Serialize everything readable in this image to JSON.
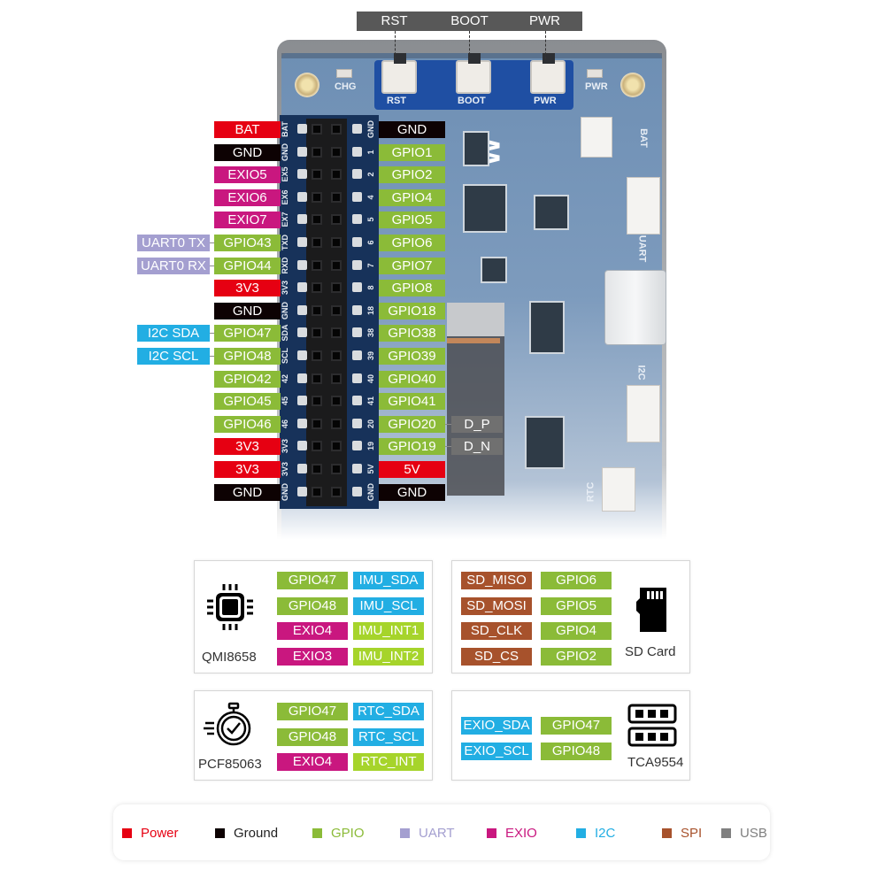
{
  "top_buttons": [
    "RST",
    "BOOT",
    "PWR"
  ],
  "board_silk": {
    "chg": "CHG",
    "pwr_led": "PWR",
    "bat": "BAT",
    "uart": "UART",
    "i2c": "I2C",
    "rtc": "RTC",
    "d_p": "D_P",
    "d_n": "D_N"
  },
  "header": {
    "left_silk": [
      "BAT",
      "GND",
      "EX5",
      "EX6",
      "EX7",
      "TXD",
      "RXD",
      "3V3",
      "GND",
      "SDA",
      "SCL",
      "42",
      "45",
      "46",
      "3V3",
      "3V3",
      "GND"
    ],
    "right_silk": [
      "GND",
      "1",
      "2",
      "4",
      "5",
      "6",
      "7",
      "8",
      "18",
      "38",
      "39",
      "40",
      "41",
      "20",
      "19",
      "5V",
      "GND"
    ]
  },
  "left_pins": [
    {
      "label": "BAT",
      "type": "power"
    },
    {
      "label": "GND",
      "type": "ground"
    },
    {
      "label": "EXIO5",
      "type": "exio"
    },
    {
      "label": "EXIO6",
      "type": "exio"
    },
    {
      "label": "EXIO7",
      "type": "exio"
    },
    {
      "label": "GPIO43",
      "type": "gpio",
      "alt": "UART0 TX",
      "alt_type": "uart"
    },
    {
      "label": "GPIO44",
      "type": "gpio",
      "alt": "UART0 RX",
      "alt_type": "uart"
    },
    {
      "label": "3V3",
      "type": "power"
    },
    {
      "label": "GND",
      "type": "ground"
    },
    {
      "label": "GPIO47",
      "type": "gpio",
      "alt": "I2C SDA",
      "alt_type": "i2c"
    },
    {
      "label": "GPIO48",
      "type": "gpio",
      "alt": "I2C SCL",
      "alt_type": "i2c"
    },
    {
      "label": "GPIO42",
      "type": "gpio"
    },
    {
      "label": "GPIO45",
      "type": "gpio"
    },
    {
      "label": "GPIO46",
      "type": "gpio"
    },
    {
      "label": "3V3",
      "type": "power"
    },
    {
      "label": "3V3",
      "type": "power"
    },
    {
      "label": "GND",
      "type": "ground"
    }
  ],
  "right_pins": [
    {
      "label": "GND",
      "type": "ground"
    },
    {
      "label": "GPIO1",
      "type": "gpio"
    },
    {
      "label": "GPIO2",
      "type": "gpio"
    },
    {
      "label": "GPIO4",
      "type": "gpio"
    },
    {
      "label": "GPIO5",
      "type": "gpio"
    },
    {
      "label": "GPIO6",
      "type": "gpio"
    },
    {
      "label": "GPIO7",
      "type": "gpio"
    },
    {
      "label": "GPIO8",
      "type": "gpio"
    },
    {
      "label": "GPIO18",
      "type": "gpio"
    },
    {
      "label": "GPIO38",
      "type": "gpio"
    },
    {
      "label": "GPIO39",
      "type": "gpio"
    },
    {
      "label": "GPIO40",
      "type": "gpio"
    },
    {
      "label": "GPIO41",
      "type": "gpio"
    },
    {
      "label": "GPIO20",
      "type": "gpio",
      "alt": "D_P",
      "alt_type": "usb"
    },
    {
      "label": "GPIO19",
      "type": "gpio",
      "alt": "D_N",
      "alt_type": "usb"
    },
    {
      "label": "5V",
      "type": "power"
    },
    {
      "label": "GND",
      "type": "ground"
    }
  ],
  "boxes": {
    "imu": {
      "name": "QMI8658",
      "icon": "chip-icon",
      "rows": [
        [
          "GPIO47",
          "IMU_SDA"
        ],
        [
          "GPIO48",
          "IMU_SCL"
        ],
        [
          "EXIO4",
          "IMU_INT1"
        ],
        [
          "EXIO3",
          "IMU_INT2"
        ]
      ],
      "types": [
        [
          "gpio",
          "i2c"
        ],
        [
          "gpio",
          "i2c"
        ],
        [
          "exio",
          "int"
        ],
        [
          "exio",
          "int"
        ]
      ]
    },
    "sd": {
      "name": "SD Card",
      "icon": "sd-card-icon",
      "rows": [
        [
          "SD_MISO",
          "GPIO6"
        ],
        [
          "SD_MOSI",
          "GPIO5"
        ],
        [
          "SD_CLK",
          "GPIO4"
        ],
        [
          "SD_CS",
          "GPIO2"
        ]
      ],
      "types": [
        [
          "spi",
          "gpio"
        ],
        [
          "spi",
          "gpio"
        ],
        [
          "spi",
          "gpio"
        ],
        [
          "spi",
          "gpio"
        ]
      ]
    },
    "rtc": {
      "name": "PCF85063",
      "icon": "stopwatch-icon",
      "rows": [
        [
          "GPIO47",
          "RTC_SDA"
        ],
        [
          "GPIO48",
          "RTC_SCL"
        ],
        [
          "EXIO4",
          "RTC_INT"
        ]
      ],
      "types": [
        [
          "gpio",
          "i2c"
        ],
        [
          "gpio",
          "i2c"
        ],
        [
          "exio",
          "int"
        ]
      ]
    },
    "exio": {
      "name": "TCA9554",
      "icon": "io-expander-icon",
      "rows": [
        [
          "EXIO_SDA",
          "GPIO47"
        ],
        [
          "EXIO_SCL",
          "GPIO48"
        ]
      ],
      "types": [
        [
          "i2c",
          "gpio"
        ],
        [
          "i2c",
          "gpio"
        ]
      ]
    }
  },
  "legend": [
    {
      "label": "Power",
      "color": "#e60012"
    },
    {
      "label": "Ground",
      "color": "#0d0203"
    },
    {
      "label": "GPIO",
      "color": "#8bbb38"
    },
    {
      "label": "UART",
      "color": "#a49fd0"
    },
    {
      "label": "EXIO",
      "color": "#c9177f"
    },
    {
      "label": "I2C",
      "color": "#22aee3"
    },
    {
      "label": "SPI",
      "color": "#a7522c"
    },
    {
      "label": "USB",
      "color": "#808080"
    }
  ]
}
